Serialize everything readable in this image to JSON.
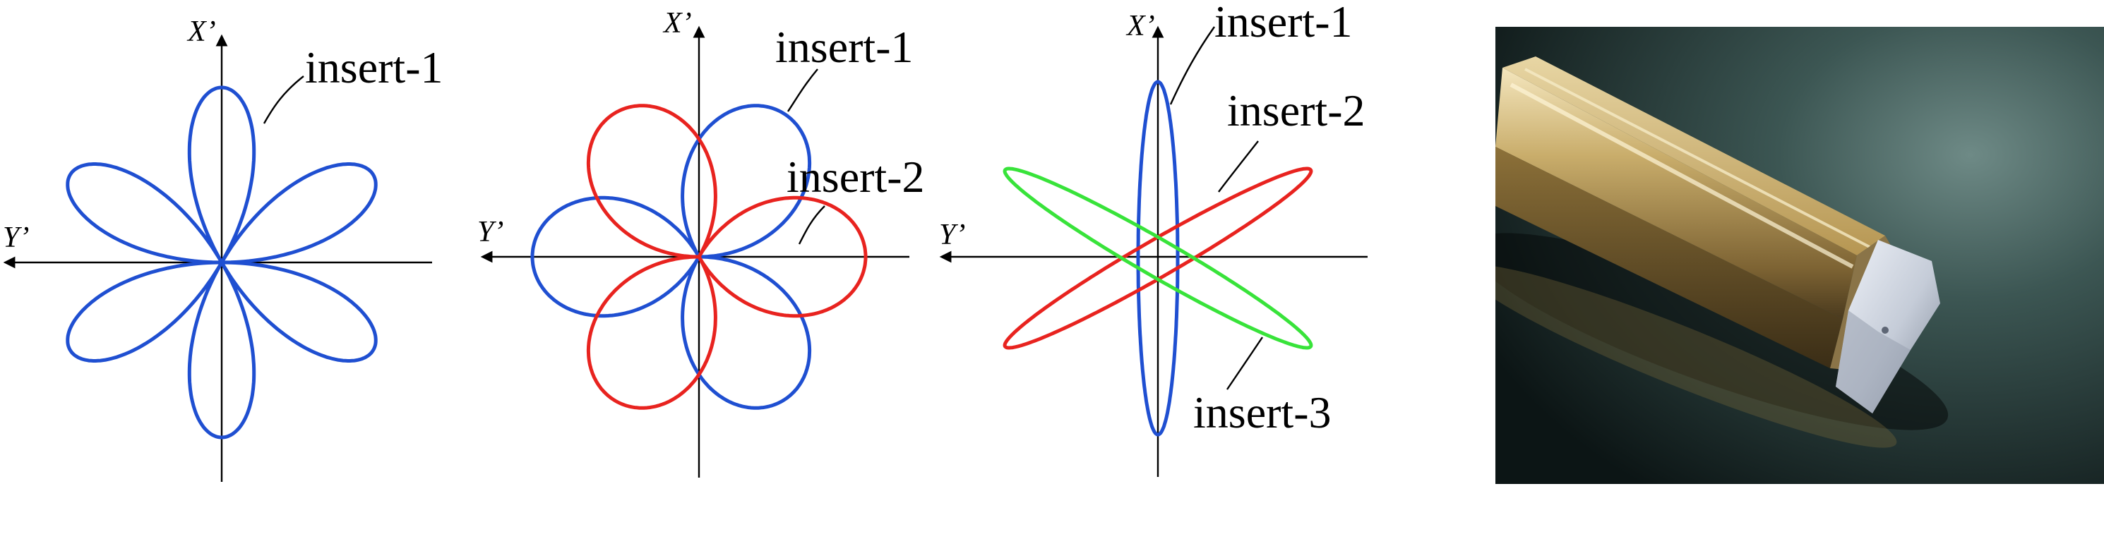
{
  "colors": {
    "insert_1": "#1f4fd1",
    "insert_2": "#e8231f",
    "insert_3": "#38e33a",
    "axis": "#000000",
    "background": "#ffffff"
  },
  "panels": [
    {
      "axis_labels": {
        "x": "X’",
        "y": "Y’"
      },
      "curves": [
        {
          "label": "insert-1",
          "color_key": "insert_1",
          "shape": "six-petal rose"
        }
      ]
    },
    {
      "axis_labels": {
        "x": "X’",
        "y": "Y’"
      },
      "curves": [
        {
          "label": "insert-1",
          "color_key": "insert_1",
          "shape": "three-petal rose"
        },
        {
          "label": "insert-2",
          "color_key": "insert_2",
          "shape": "three-petal rose"
        }
      ]
    },
    {
      "axis_labels": {
        "x": "X’",
        "y": "Y’"
      },
      "curves": [
        {
          "label": "insert-1",
          "color_key": "insert_1",
          "shape": "ellipse"
        },
        {
          "label": "insert-2",
          "color_key": "insert_2",
          "shape": "ellipse"
        },
        {
          "label": "insert-3",
          "color_key": "insert_3",
          "shape": "ellipse"
        }
      ]
    }
  ],
  "photo": {
    "subject": "brass hexagonal rod with machined end face",
    "colors": {
      "background_dark": "#0f1a1a",
      "background_light": "#5f7b78",
      "brass_light": "#e9d7a6",
      "brass_mid": "#b99a5a",
      "brass_dark": "#5b4826",
      "steel_light": "#e3e8f2",
      "steel_dark": "#7f8796"
    }
  }
}
